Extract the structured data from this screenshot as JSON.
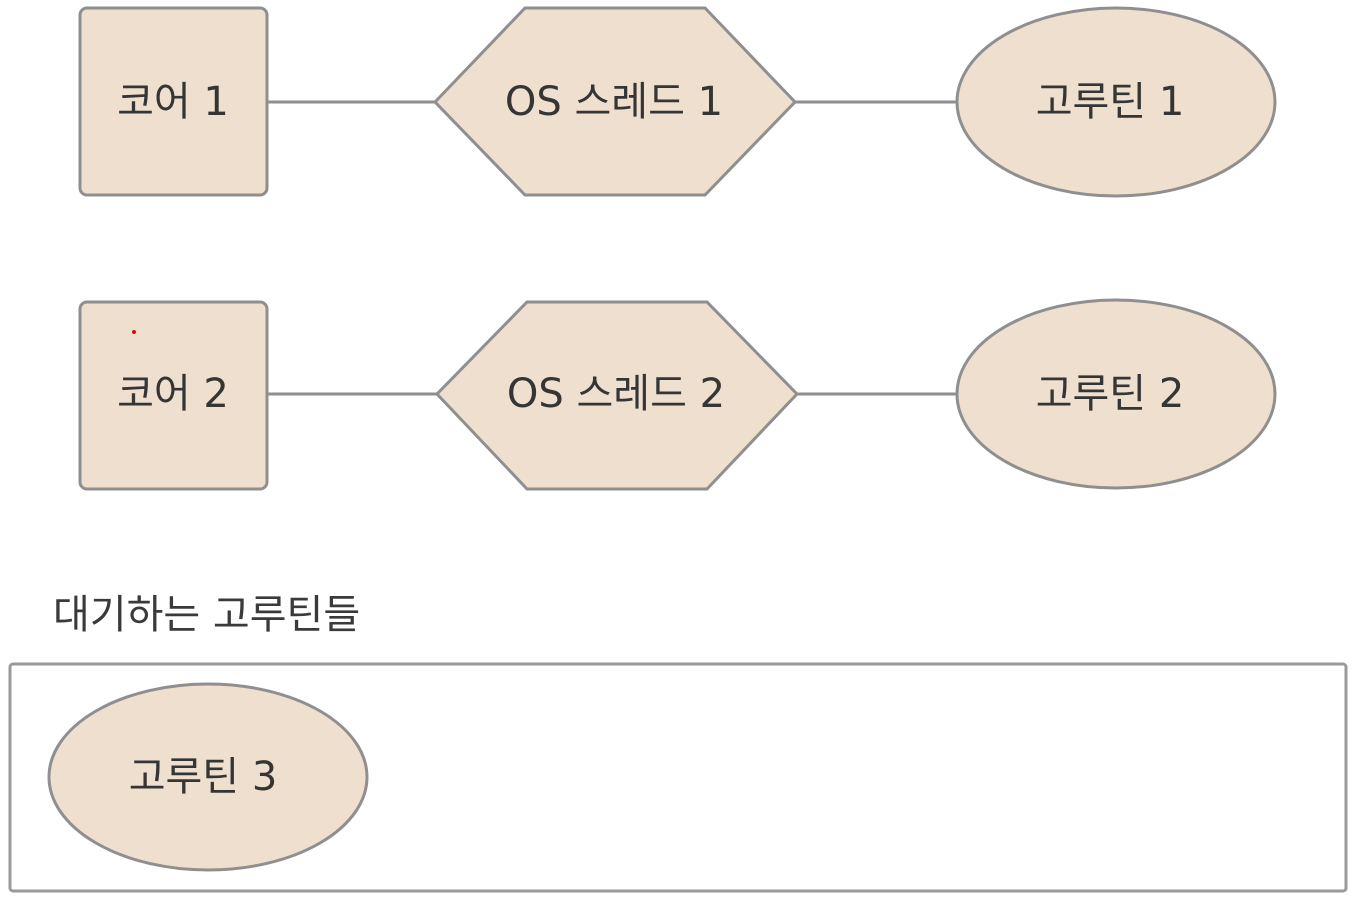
{
  "diagram": {
    "rows": [
      {
        "core": "코어 1",
        "thread": "OS 스레드 1",
        "coroutine": "고루틴 1"
      },
      {
        "core": "코어 2",
        "thread": "OS 스레드 2",
        "coroutine": "고루틴 2"
      }
    ],
    "waiting": {
      "title": "대기하는 고루틴들",
      "items": [
        "고루틴 3"
      ]
    },
    "colors": {
      "node_fill": "#efdfcf",
      "outline": "#8f8f8f",
      "text": "#353535"
    }
  }
}
